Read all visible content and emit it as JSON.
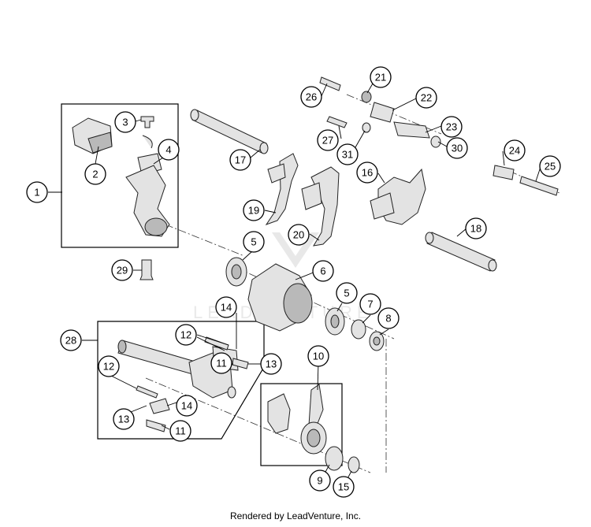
{
  "callouts": [
    "1",
    "2",
    "3",
    "4",
    "5",
    "5",
    "6",
    "7",
    "8",
    "9",
    "10",
    "11",
    "11",
    "12",
    "12",
    "13",
    "13",
    "14",
    "14",
    "15",
    "16",
    "17",
    "18",
    "19",
    "20",
    "21",
    "22",
    "23",
    "24",
    "25",
    "26",
    "27",
    "28",
    "29",
    "30",
    "31"
  ],
  "watermark": "LEADVENTURE",
  "footer": "Rendered by LeadVenture, Inc."
}
